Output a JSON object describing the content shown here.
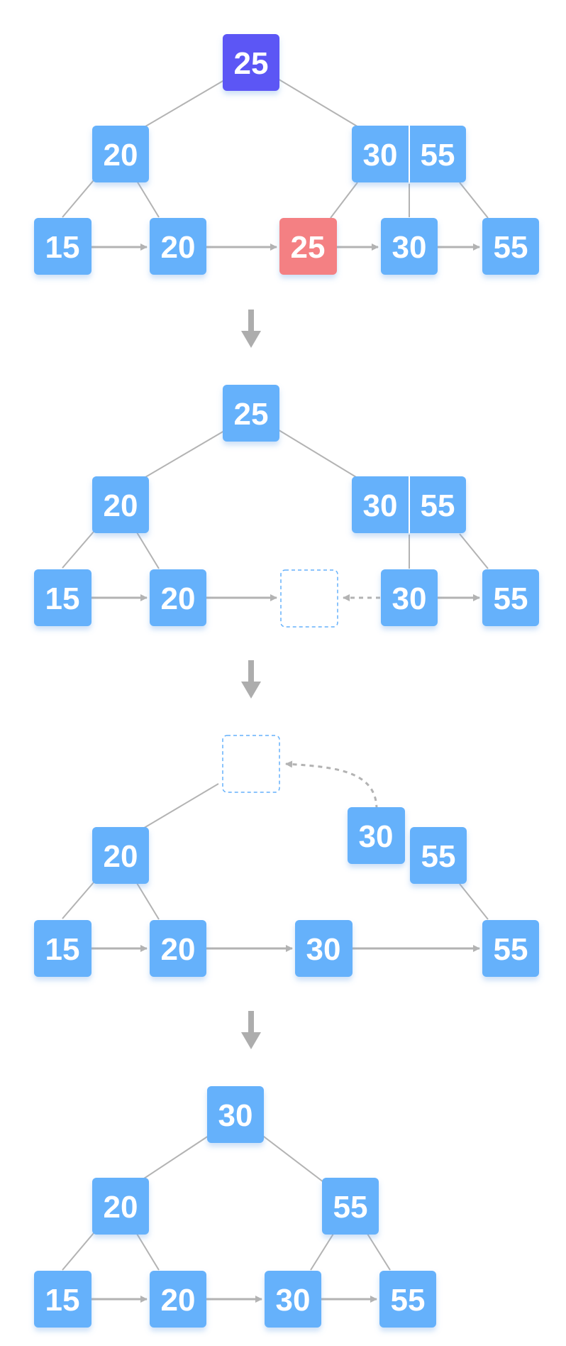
{
  "colors": {
    "node": "#65b1fb",
    "node_root": "#5b57f5",
    "node_deleted": "#f48083",
    "edge": "#b3b3b3",
    "placeholder": "#65b1fb",
    "step_arrow": "#adadad"
  },
  "icons": {
    "step_arrow": "down-arrow-icon"
  },
  "diagram": {
    "stages": [
      {
        "root": {
          "key": "25"
        },
        "internal_left": {
          "key": "20"
        },
        "internal_right": {
          "keys": [
            "30",
            "55"
          ]
        },
        "leaves": [
          "15",
          "20",
          "25",
          "30",
          "55"
        ],
        "deleted_leaf": "25"
      },
      {
        "root": {
          "key": "25"
        },
        "internal_left": {
          "key": "20"
        },
        "internal_right": {
          "keys": [
            "30",
            "55"
          ]
        },
        "leaves": [
          "15",
          "20",
          "",
          "30",
          "55"
        ]
      },
      {
        "root": {
          "key": ""
        },
        "internal_left": {
          "key": "20"
        },
        "moving_key": "30",
        "detached_node": "55",
        "leaves": [
          "15",
          "20",
          "30",
          "55"
        ]
      },
      {
        "root": {
          "key": "30"
        },
        "internal_left": {
          "key": "20"
        },
        "internal_right": {
          "key": "55"
        },
        "leaves": [
          "15",
          "20",
          "30",
          "55"
        ]
      }
    ]
  }
}
